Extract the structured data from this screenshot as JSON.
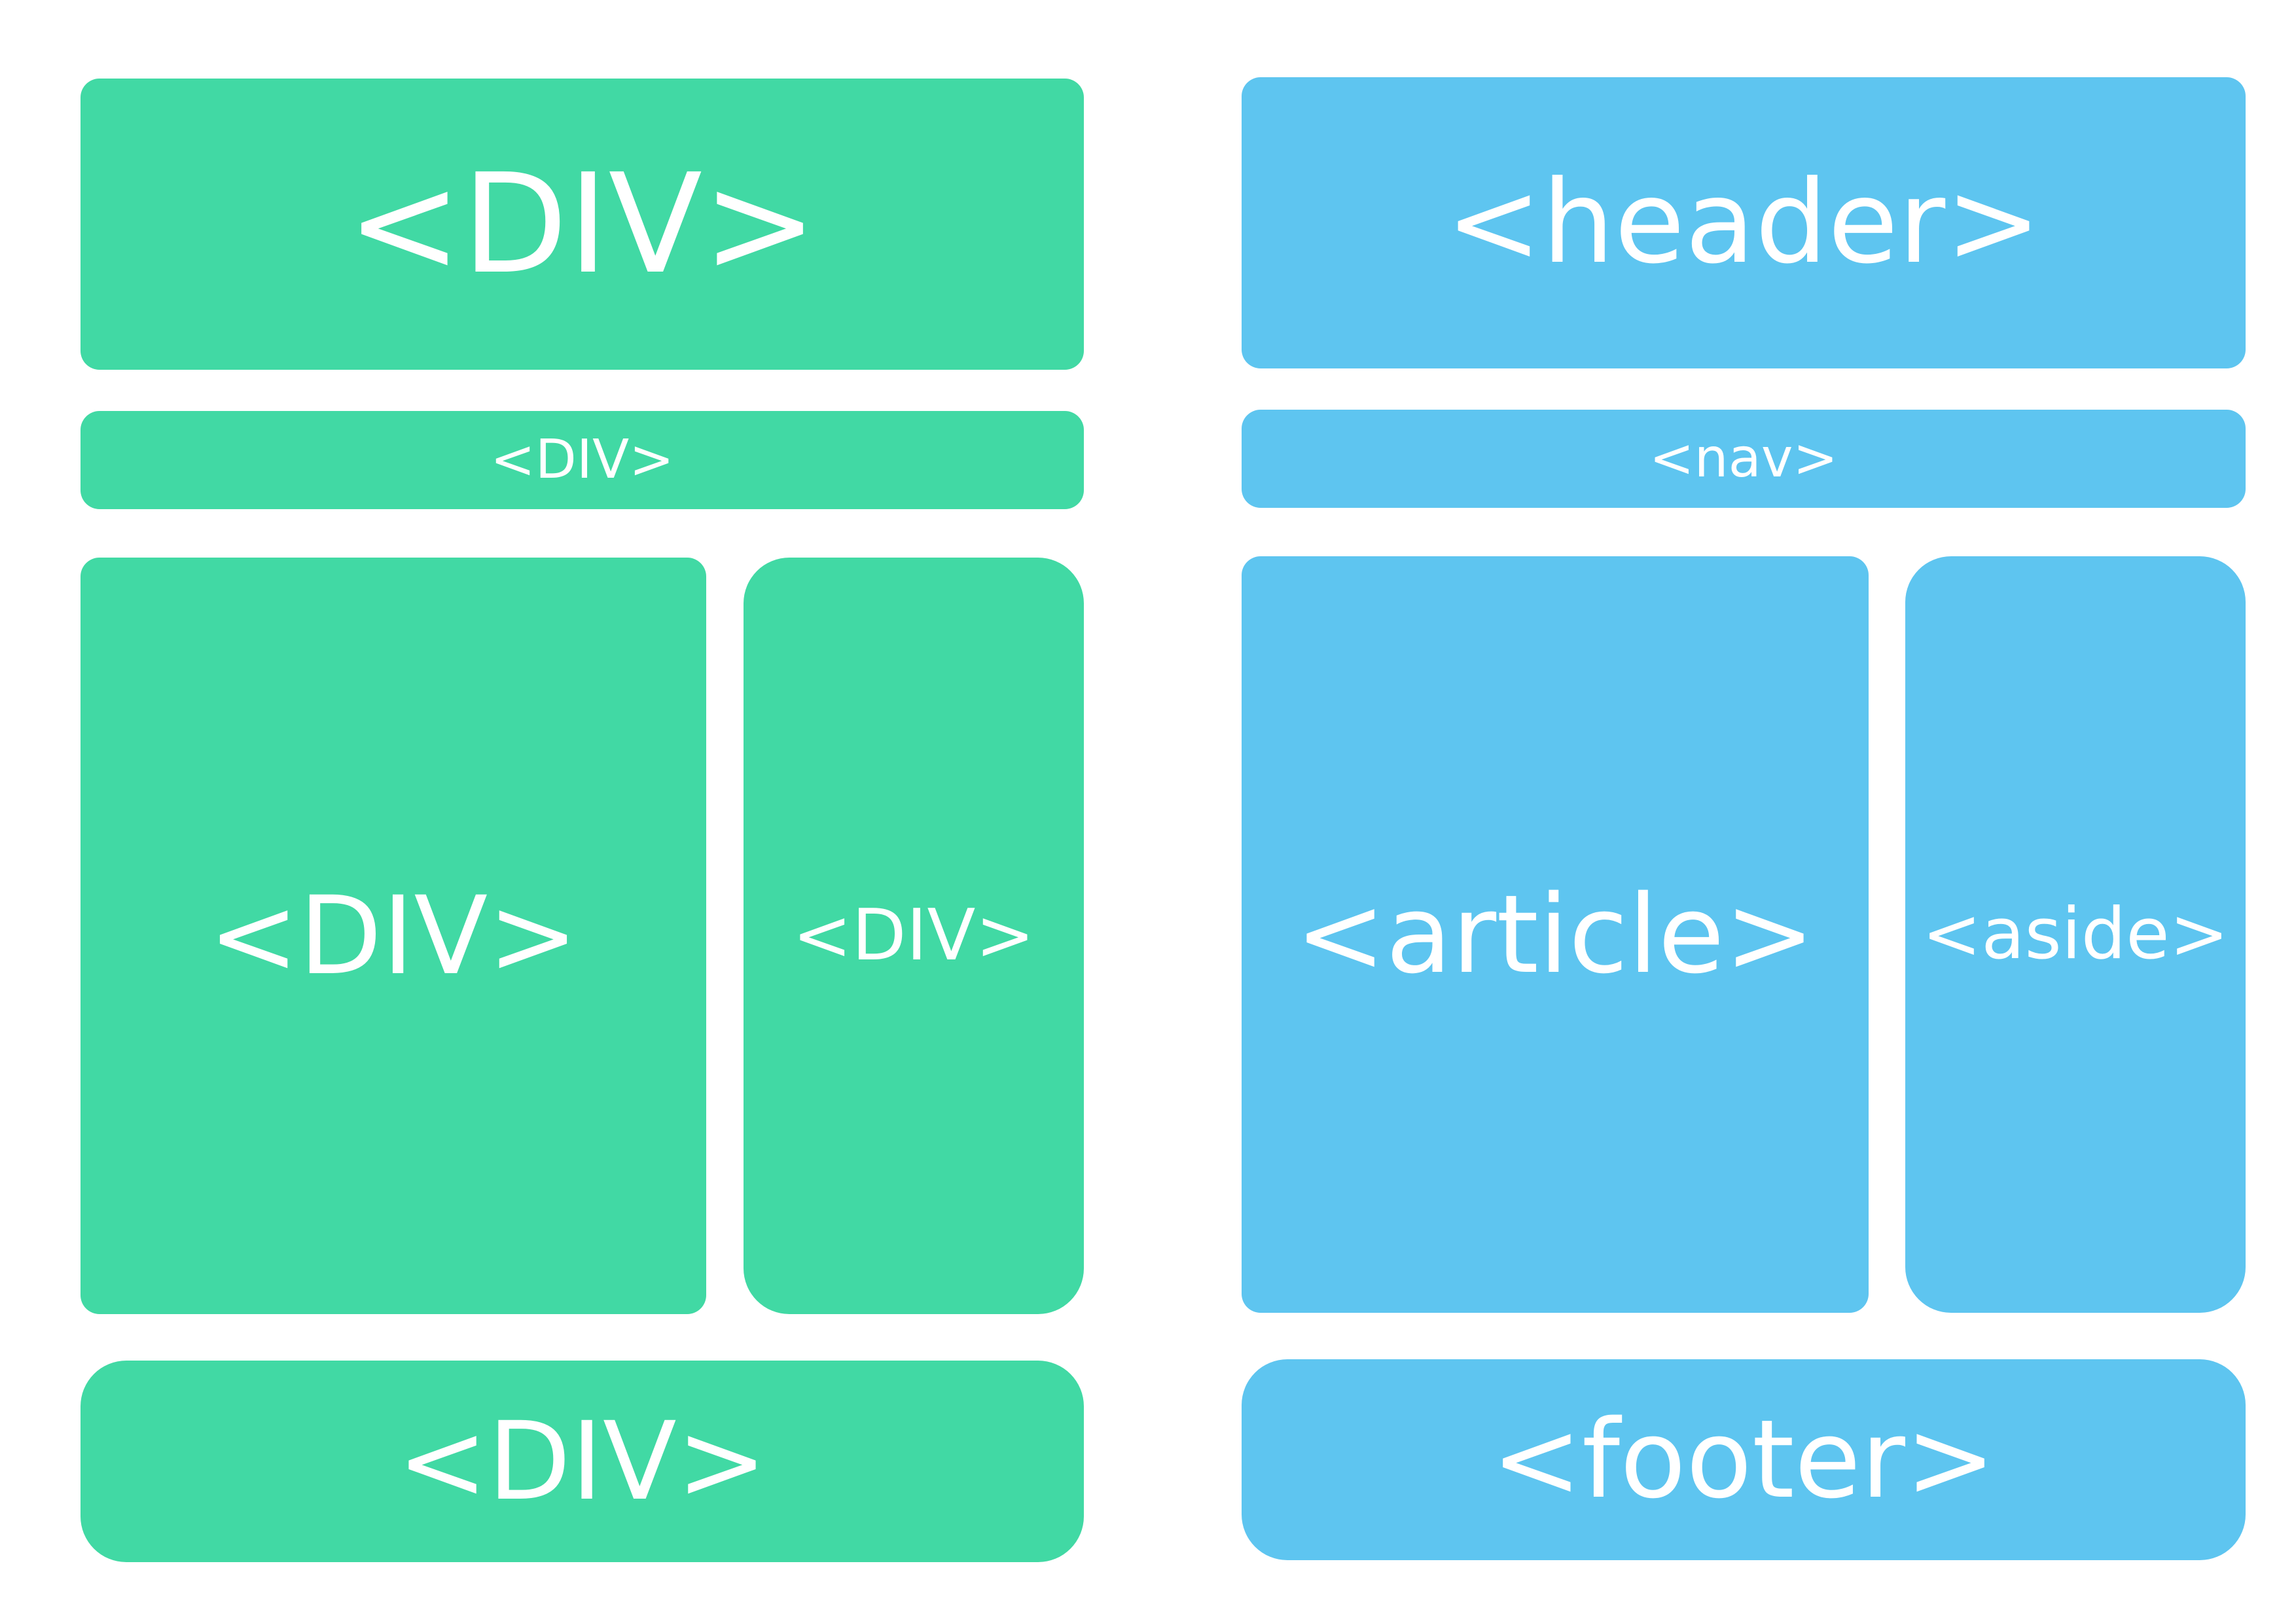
{
  "colors": {
    "div_block": "#41d9a4",
    "semantic_block": "#5ec5f0",
    "text": "#ffffff",
    "background": "#ffffff"
  },
  "div_layout": {
    "top": "<DIV>",
    "bar": "<DIV>",
    "main": "<DIV>",
    "side": "<DIV>",
    "bottom": "<DIV>"
  },
  "semantic_layout": {
    "header": "<header>",
    "nav": "<nav>",
    "article": "<article>",
    "aside": "<aside>",
    "footer": "<footer>"
  }
}
